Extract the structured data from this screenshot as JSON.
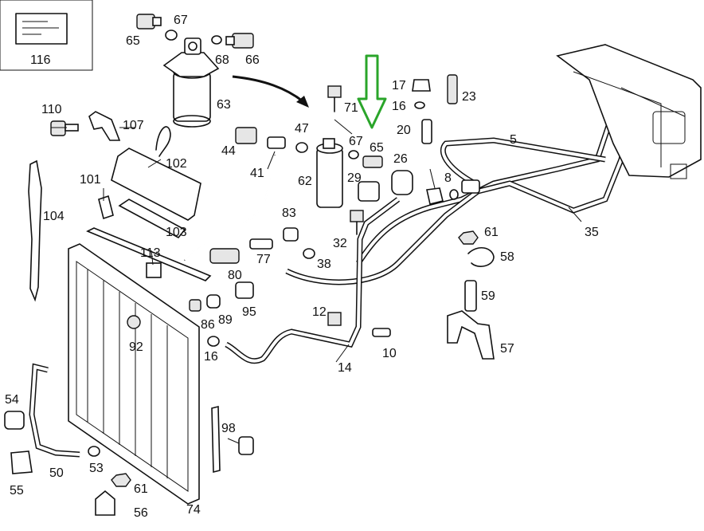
{
  "diagram": {
    "callouts": [
      "116",
      "65",
      "67",
      "68",
      "66",
      "63",
      "110",
      "107",
      "102",
      "101",
      "104",
      "44",
      "41",
      "47",
      "71",
      "67",
      "65",
      "17",
      "16",
      "23",
      "20",
      "26",
      "5",
      "62",
      "29",
      "8",
      "83",
      "32",
      "38",
      "77",
      "80",
      "61",
      "58",
      "59",
      "35",
      "113",
      "103",
      "95",
      "86",
      "89",
      "92",
      "12",
      "10",
      "16",
      "14",
      "54",
      "50",
      "53",
      "55",
      "61",
      "56",
      "74",
      "98",
      "57"
    ],
    "highlight_color": "#2aa52a"
  }
}
